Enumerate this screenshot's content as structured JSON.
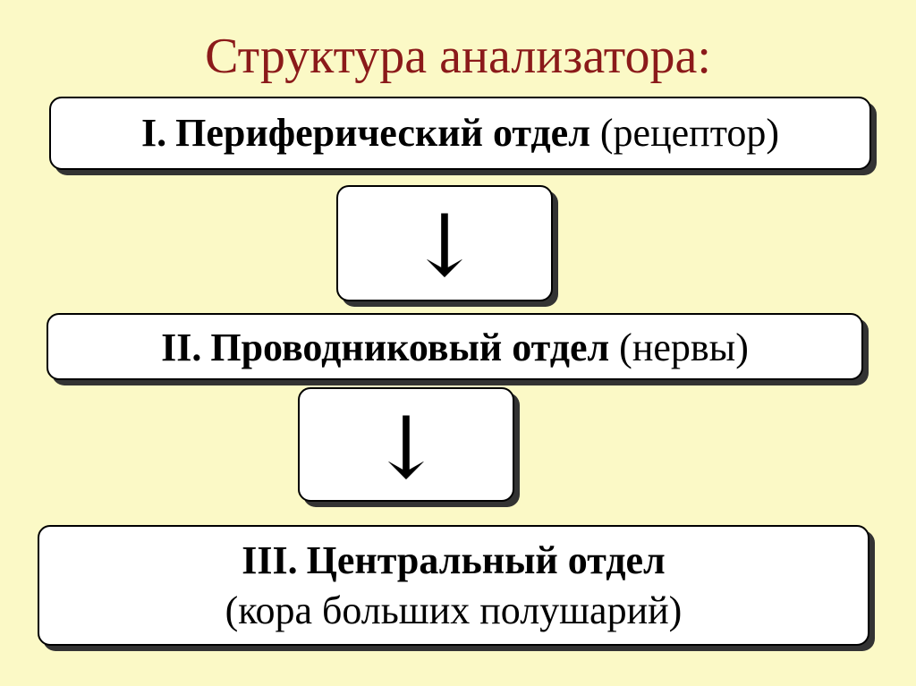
{
  "title": "Структура анализатора:",
  "sections": [
    {
      "numeral": "I.",
      "name": "Периферический отдел",
      "detail": "(рецептор)"
    },
    {
      "numeral": "II.",
      "name": "Проводниковый отдел",
      "detail": "(нервы)"
    },
    {
      "numeral": "III.",
      "name": "Центральный отдел",
      "detail": "(кора больших полушарий)"
    }
  ],
  "arrows": [
    "↓",
    "↓"
  ],
  "colors": {
    "background": "#fbf9c6",
    "title": "#8b1a1a",
    "box_fill": "#ffffff",
    "box_border": "#000000",
    "shadow": "#333333"
  }
}
